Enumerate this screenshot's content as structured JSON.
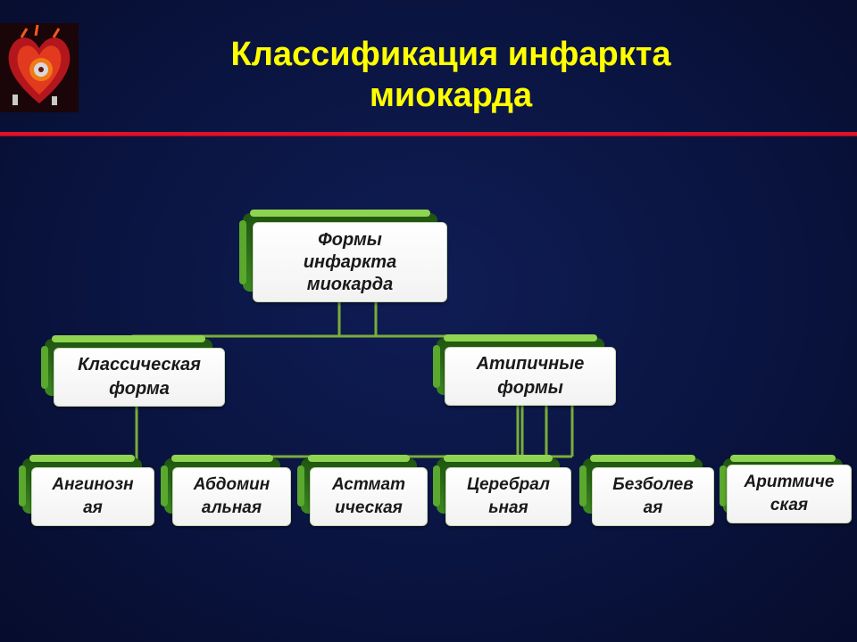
{
  "header": {
    "title_line1": "Классификация инфаркта",
    "title_line2": "миокарда"
  },
  "colors": {
    "background": "#0a1440",
    "title": "#ffff00",
    "rule": "#e0112a",
    "connector": "#7aad3a",
    "box_shadow_green": "#3c8a22"
  },
  "logo": {
    "icon": "heart-icon"
  },
  "diagram": {
    "root": {
      "label": "Формы\nинфаркта\nмиокарда"
    },
    "categories": [
      {
        "label": "Классическая\nформа"
      },
      {
        "label": "Атипичные\nформы"
      }
    ],
    "leaves": [
      {
        "label": "Ангинозн\nая"
      },
      {
        "label": "Абдомин\nальная"
      },
      {
        "label": "Астмат\nическая"
      },
      {
        "label": "Церебрал\nьная"
      },
      {
        "label": "Безболев\nая"
      },
      {
        "label": "Аритмиче\nская"
      }
    ]
  }
}
